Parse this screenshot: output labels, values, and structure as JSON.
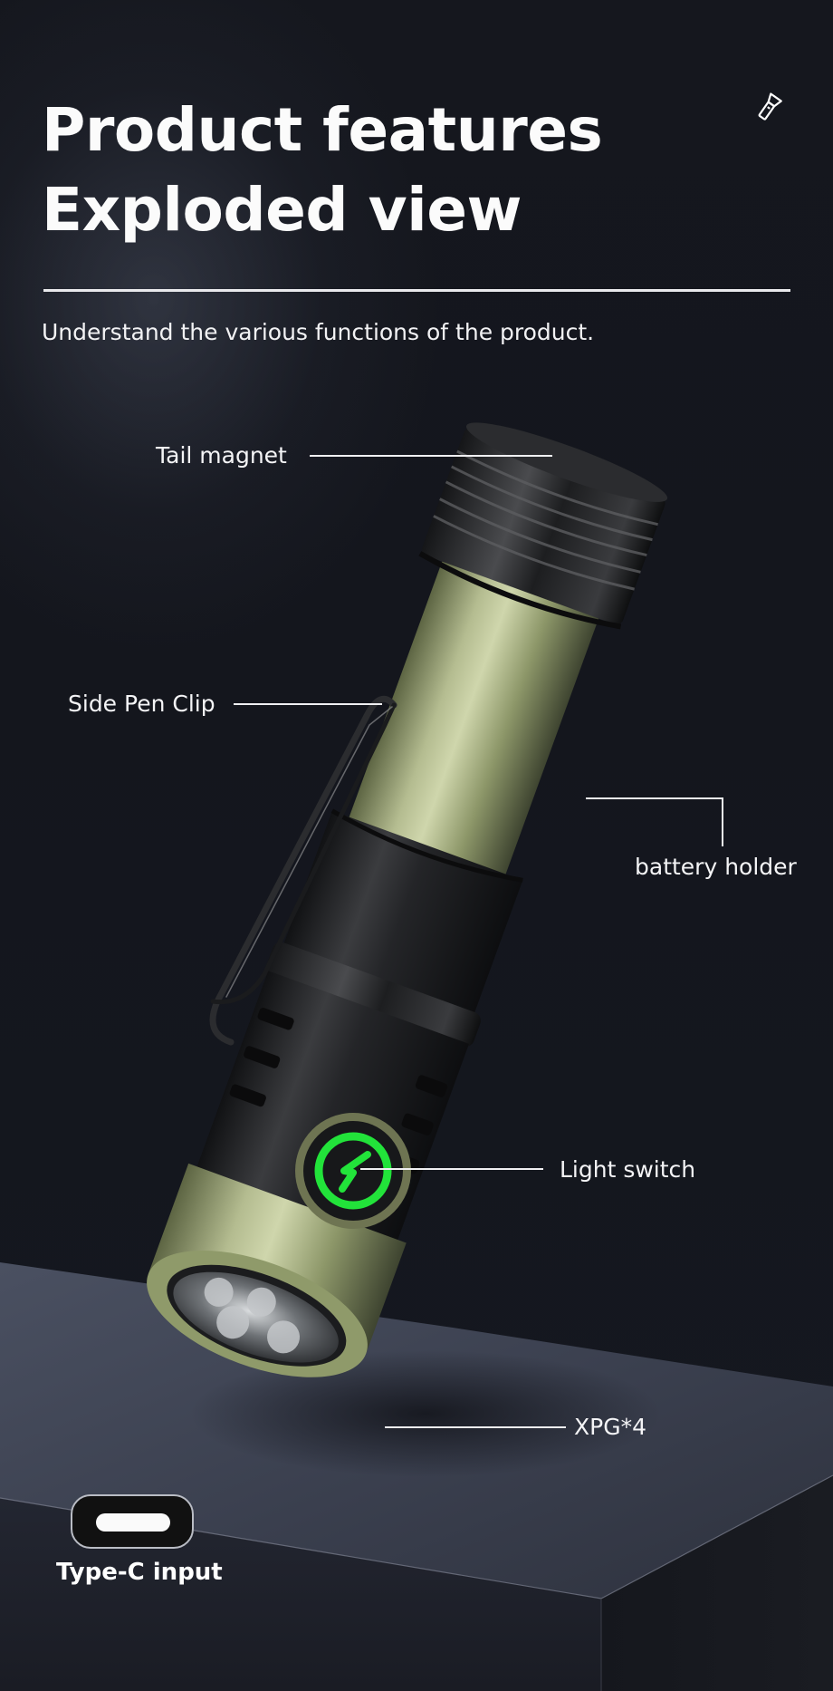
{
  "header": {
    "title_line1": "Product features",
    "title_line2": "Exploded view",
    "subtitle": "Understand the various functions of the product.",
    "brand_icon": "flashlight-icon"
  },
  "callouts": [
    {
      "id": "tail-magnet",
      "label": "Tail magnet"
    },
    {
      "id": "side-pen-clip",
      "label": "Side Pen Clip"
    },
    {
      "id": "battery-holder",
      "label": "battery holder"
    },
    {
      "id": "light-switch",
      "label": "Light switch"
    },
    {
      "id": "xpg",
      "label": "XPG*4"
    }
  ],
  "typec": {
    "label": "Type-C input",
    "icon": "usb-c-port-icon"
  },
  "colors": {
    "background": "#14161d",
    "platform_top": "#3a3f4d",
    "body_green": "#8f9a6a",
    "body_black": "#1b1c1e",
    "switch_glow": "#22e33a",
    "text": "#ffffff"
  }
}
